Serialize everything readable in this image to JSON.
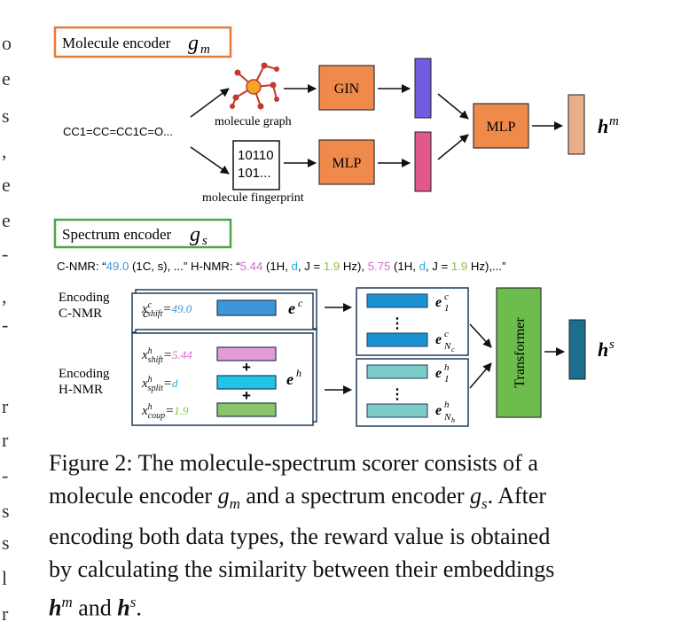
{
  "edge_glyphs": [
    "o",
    "e",
    "s",
    ",",
    "e",
    "e",
    "-",
    ",",
    "-",
    "r",
    "r",
    "-",
    "s",
    "s",
    "l",
    "r"
  ],
  "molecule_encoder": {
    "label": "Molecule encoder",
    "symbol": "g",
    "symbol_sub": "m",
    "smiles": "CC1=CC=CC1C=O...",
    "graph_label": "molecule graph",
    "fingerprint_line1": "10110",
    "fingerprint_line2": "101...",
    "fingerprint_label": "molecule fingerprint",
    "gin_label": "GIN",
    "mlp_label": "MLP",
    "mlp2_label": "MLP",
    "output": "h",
    "output_sup": "m"
  },
  "spectrum_encoder": {
    "label": "Spectrum encoder",
    "symbol": "g",
    "symbol_sub": "s",
    "cnmr_prefix": "C-NMR: “",
    "cnmr_value": "49.0",
    "cnmr_rest": " (1C, s), ...”",
    "hnmr_prefix": " H-NMR: “",
    "hnmr_v1": "5.44",
    "hnmr_p1": " (1H, ",
    "hnmr_d1": "d",
    "hnmr_p2": ", J = ",
    "hnmr_j1": "1.9",
    "hnmr_p3": " Hz), ",
    "hnmr_v2": "5.75",
    "hnmr_p4": " (1H, ",
    "hnmr_d2": "d",
    "hnmr_p5": ", J = ",
    "hnmr_j2": "1.9",
    "hnmr_p6": " Hz),...”",
    "encoding_c_line1": "Encoding",
    "encoding_c_line2": "C-NMR",
    "encoding_h_line1": "Encoding",
    "encoding_h_line2": "H-NMR",
    "x_shift_c_sup": "c",
    "x_shift_c_sub": "shift",
    "x_shift_c_val": "49.0",
    "x_shift_h_sup": "h",
    "x_shift_h_sub": "shift",
    "x_shift_h_val": "5.44",
    "x_split_sup": "h",
    "x_split_sub": "split",
    "x_split_val": "d",
    "x_coup_sup": "h",
    "x_coup_sub": "coup",
    "x_coup_val": "1.9",
    "plus": "+",
    "e_c": "e",
    "e_c_sup": "c",
    "e_h": "e",
    "e_h_sup": "h",
    "e1c_sub": "1",
    "e1c_sup": "c",
    "enc_sub": "N",
    "enc_subsub": "c",
    "enc_sup": "c",
    "e1h_sub": "1",
    "e1h_sup": "h",
    "enh_sub": "N",
    "enh_subsub": "h",
    "enh_sup": "h",
    "dots": "⋮",
    "transformer_label": "Transformer",
    "output": "h",
    "output_sup": "s"
  },
  "colors": {
    "molecule_box_border": "#E57A3C",
    "spectrum_box_border": "#4CA64C",
    "orange_fill": "#F08A4B",
    "purple_bar": "#6F5CE0",
    "pink_bar": "#E0588C",
    "peach_bar": "#E8B08A",
    "blue_bar": "#3C96D8",
    "pink_light": "#E39BD6",
    "cyan_bar": "#22C4E6",
    "green_bar": "#8CC46A",
    "teal_bar": "#7DCBC9",
    "transformer_fill": "#6CBD4E",
    "dark_teal": "#1C6E8E",
    "blue_text": "#3C96D8",
    "pink_text": "#D66BC6",
    "cyan_text": "#22AEE0",
    "green_text": "#8CBF4A"
  },
  "caption": {
    "line1": "Figure 2: The molecule-spectrum scorer consists of a",
    "line2a": "molecule encoder ",
    "line2b": "g",
    "line2c": "m",
    "line2d": " and a spectrum encoder ",
    "line2e": "g",
    "line2f": "s",
    "line2g": ". After",
    "line3": "encoding both data types, the reward value is obtained",
    "line4": "by calculating the similarity between their embeddings",
    "line5a": "h",
    "line5b": "m",
    "line5c": " and ",
    "line5d": "h",
    "line5e": "s",
    "line5f": "."
  }
}
